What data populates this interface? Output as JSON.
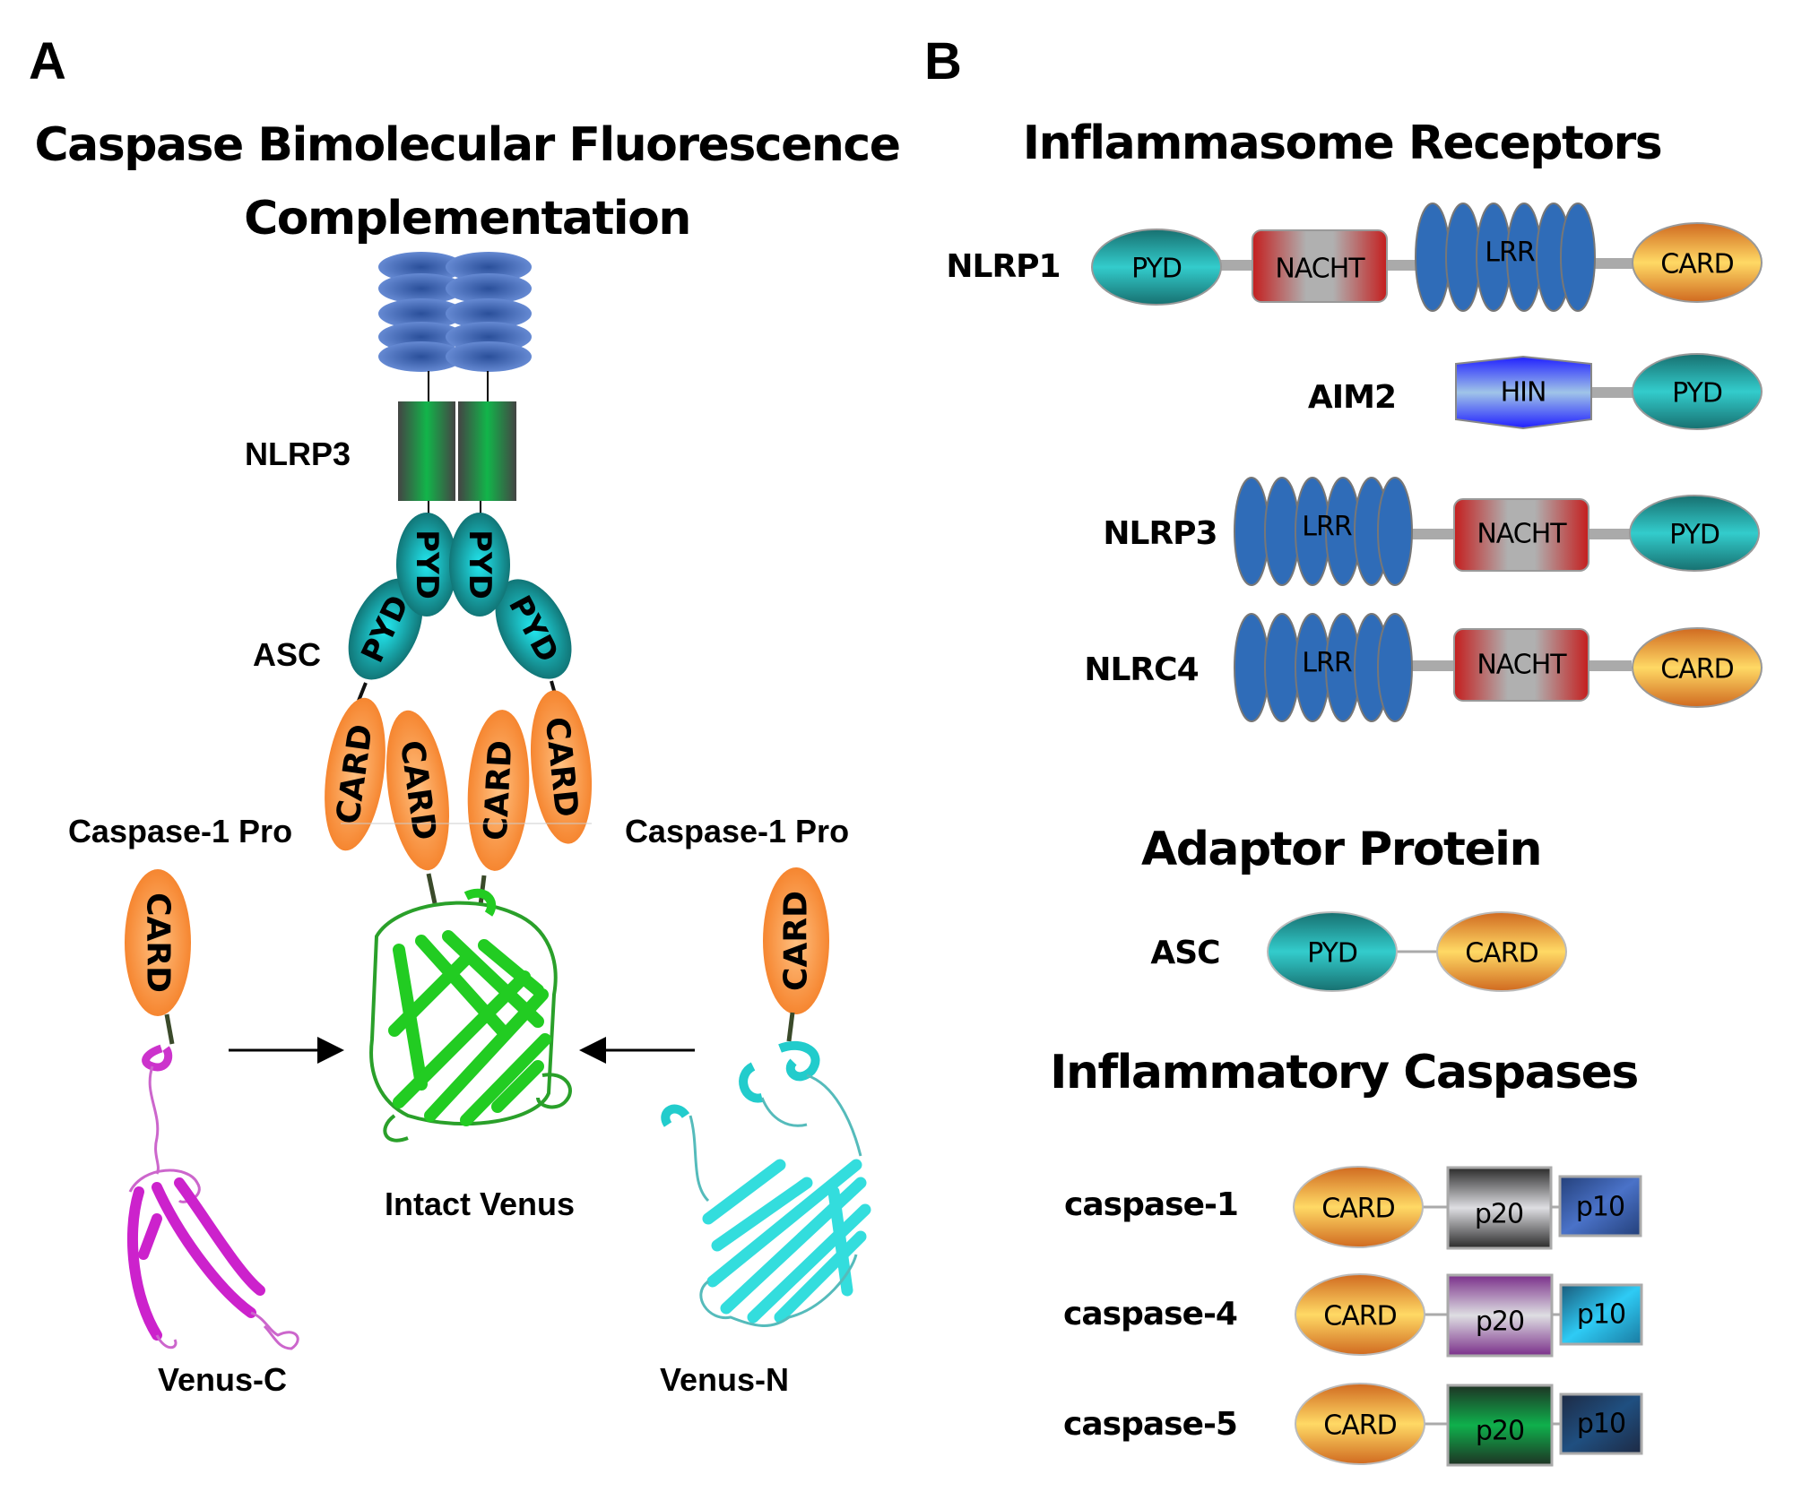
{
  "panel_a": {
    "letter": "A",
    "title_line1": "Caspase Bimolecular Fluorescence",
    "title_line2": "Complementation",
    "labels": {
      "nlrp3": "NLRP3",
      "asc": "ASC",
      "caspase_left": "Caspase-1  Pro",
      "caspase_right": "Caspase-1  Pro",
      "intact_venus": "Intact Venus",
      "venus_c": "Venus-C",
      "venus_n": "Venus-N"
    },
    "domain_labels": {
      "pyd": "PYD",
      "card": "CARD"
    },
    "arrows": [
      "right",
      "left"
    ],
    "colors": {
      "lrr": "#4a72c4",
      "nacht_bar": "#1aa84a",
      "pyd": "#1a8a8a",
      "card": "#f7913a",
      "venus": "#22cc22",
      "venus_c": "#cc33cc",
      "venus_n": "#33dddd"
    }
  },
  "panel_b": {
    "letter": "B",
    "receptors": {
      "title": "Inflammasome Receptors",
      "rows": [
        {
          "name": "NLRP1",
          "domains": [
            "PYD",
            "NACHT",
            "LRR",
            "CARD"
          ]
        },
        {
          "name": "AIM2",
          "domains": [
            "HIN",
            "PYD"
          ]
        },
        {
          "name": "NLRP3",
          "domains": [
            "LRR",
            "NACHT",
            "PYD"
          ]
        },
        {
          "name": "NLRC4",
          "domains": [
            "LRR",
            "NACHT",
            "CARD"
          ]
        }
      ]
    },
    "adaptor": {
      "title": "Adaptor Protein",
      "rows": [
        {
          "name": "ASC",
          "domains": [
            "PYD",
            "CARD"
          ]
        }
      ]
    },
    "caspases": {
      "title": "Inflammatory Caspases",
      "rows": [
        {
          "name": "caspase-1",
          "domains": [
            "CARD",
            "p20",
            "p10"
          ],
          "p20_color": "#333333",
          "p10_color": "#3a5fb0"
        },
        {
          "name": "caspase-4",
          "domains": [
            "CARD",
            "p20",
            "p10"
          ],
          "p20_color": "#7a3a90",
          "p10_color": "#30c8f0"
        },
        {
          "name": "caspase-5",
          "domains": [
            "CARD",
            "p20",
            "p10"
          ],
          "p20_color": "#0fa84a",
          "p10_color": "#1f4a7a"
        }
      ]
    },
    "colors": {
      "pyd": "#2ec8c8",
      "card": "#f8c850",
      "nacht": "#c02020",
      "lrr": "#2f6cb8",
      "hin": "#3a3aff"
    }
  }
}
